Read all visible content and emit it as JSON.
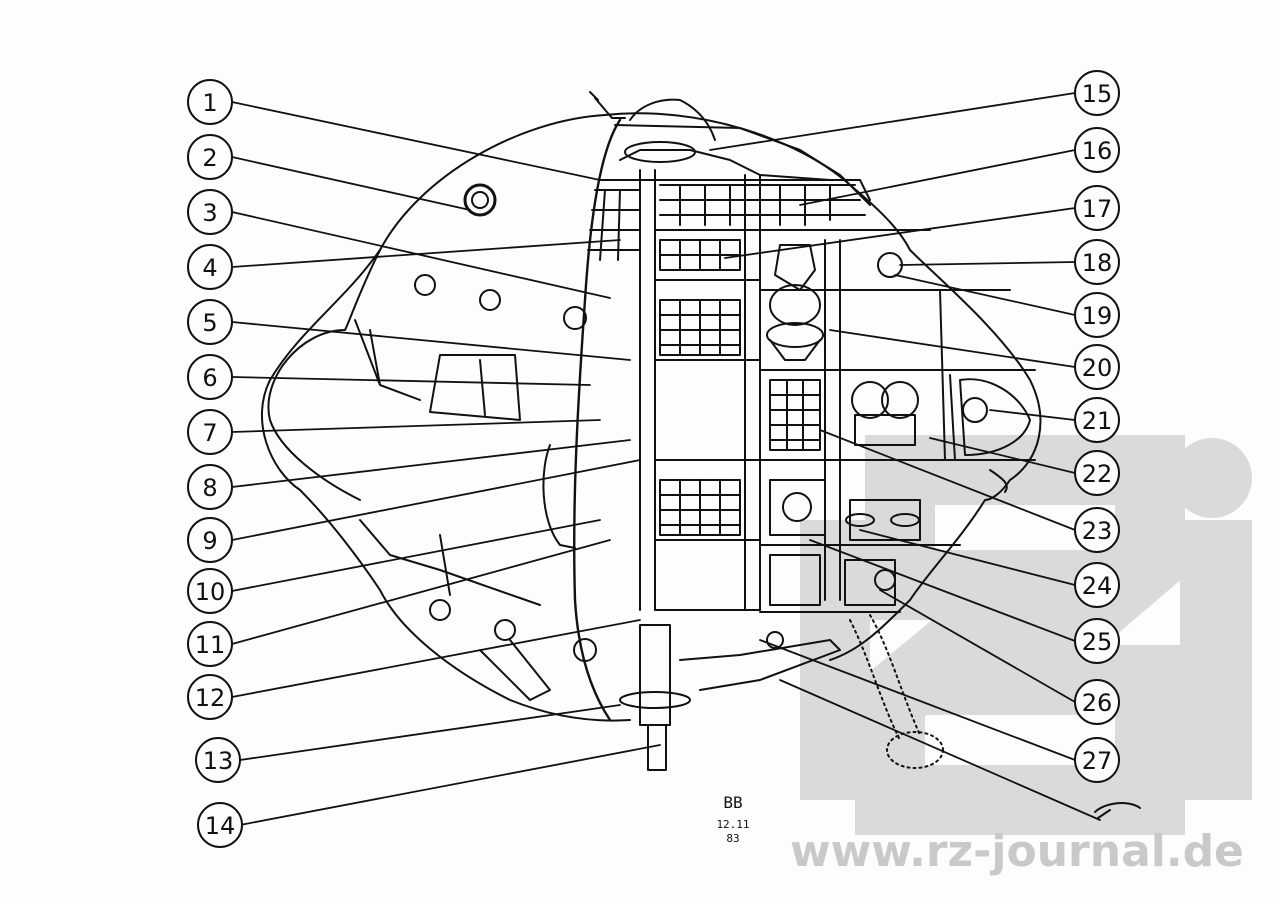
{
  "labels": [
    {
      "n": "1"
    },
    {
      "n": "2"
    },
    {
      "n": "3"
    },
    {
      "n": "4"
    },
    {
      "n": "5"
    },
    {
      "n": "6"
    },
    {
      "n": "7"
    },
    {
      "n": "8"
    },
    {
      "n": "9"
    },
    {
      "n": "10"
    },
    {
      "n": "11"
    },
    {
      "n": "12"
    },
    {
      "n": "13"
    },
    {
      "n": "14"
    },
    {
      "n": "15"
    },
    {
      "n": "16"
    },
    {
      "n": "17"
    },
    {
      "n": "18"
    },
    {
      "n": "19"
    },
    {
      "n": "20"
    },
    {
      "n": "21"
    },
    {
      "n": "22"
    },
    {
      "n": "23"
    },
    {
      "n": "24"
    },
    {
      "n": "25"
    },
    {
      "n": "26"
    },
    {
      "n": "27"
    }
  ],
  "signature": {
    "initials": "BB",
    "date_line1": "12.11",
    "date_line2": "83"
  },
  "watermark": {
    "text": "www.rz-journal.de",
    "logo": "rz"
  },
  "colors": {
    "ink": "#111111",
    "watermark": "#c9c9c9",
    "paper": "#fdfdfd"
  }
}
